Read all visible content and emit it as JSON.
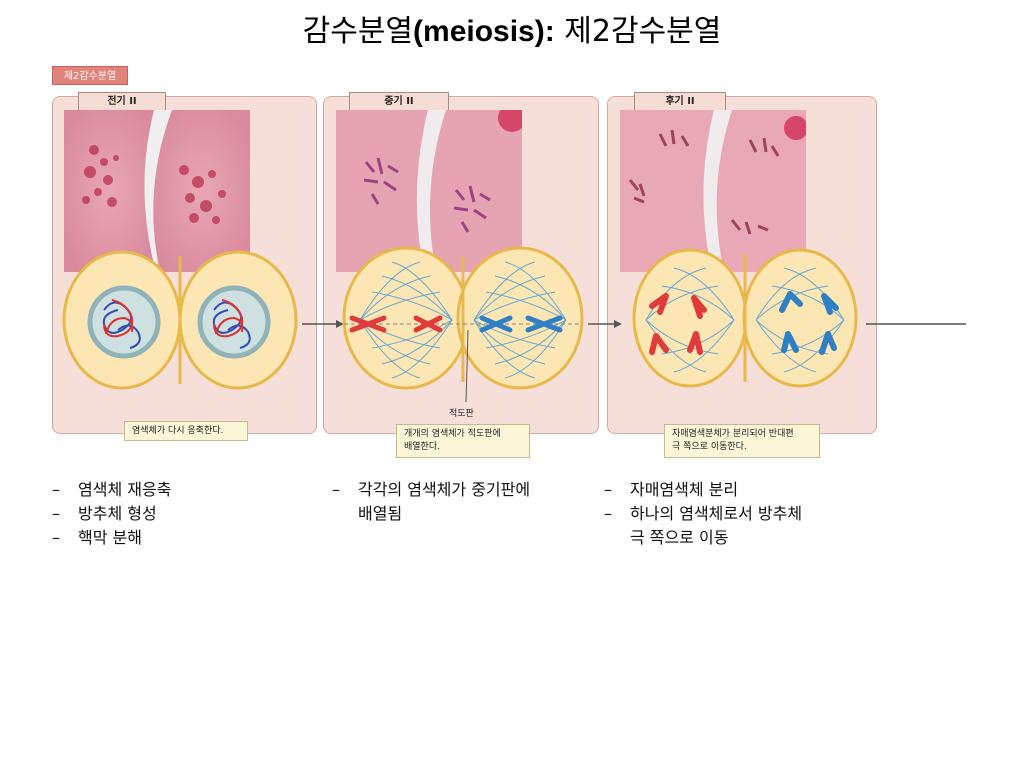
{
  "title": {
    "korean_prefix": "감수분열",
    "latin": "(meiosis):",
    "korean_suffix": "제2감수분열"
  },
  "figure": {
    "section_label": "제2감수분열",
    "phases": [
      {
        "label": "전기 II",
        "caption": "염색체가 다시 응축한다."
      },
      {
        "label": "중기 II",
        "caption_line1": "개개의 염색체가 적도판에",
        "caption_line2": "배열한다."
      },
      {
        "label": "후기 II",
        "caption_line1": "자매염색분체가 분리되어 반대편",
        "caption_line2": "극 쪽으로 이동한다."
      }
    ],
    "metaphase_plate_label": "적도판",
    "colors": {
      "chromosome_red": "#e03a3a",
      "chromosome_blue": "#2f7fc4",
      "cell_fill": "#fbe6b4",
      "cell_border": "#e8b84a",
      "spindle": "#6aa7d0",
      "panel": "#f6dfd9"
    }
  },
  "notes": {
    "col1": [
      "염색체 재응축",
      "방추체 형성",
      "핵막 분해"
    ],
    "col2": {
      "line1": "각각의 염색체가 중기판에",
      "line2": "배열됨"
    },
    "col3": {
      "item1": "자매염색체 분리",
      "item2_line1": "하나의 염색체로서 방추체",
      "item2_line2": "극 쪽으로 이동"
    }
  }
}
